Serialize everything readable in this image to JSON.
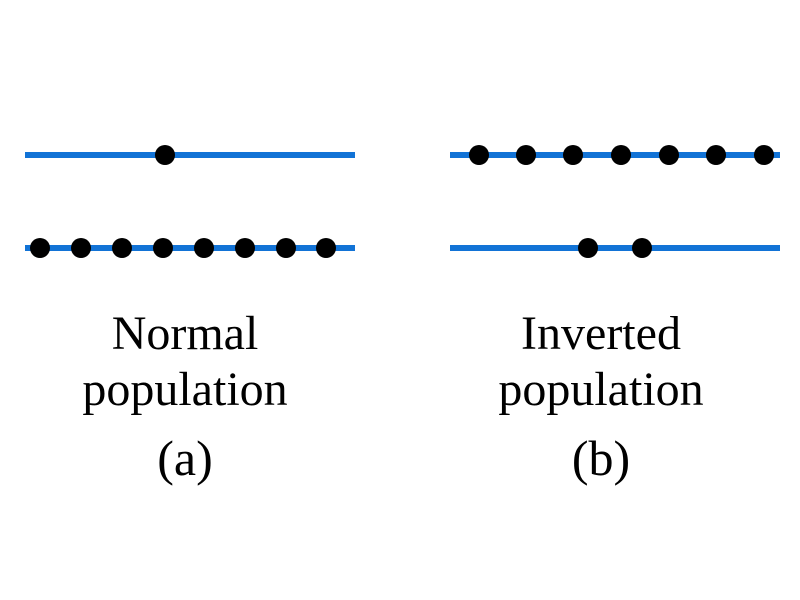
{
  "colors": {
    "level_line": "#1273d6",
    "particle": "#000000",
    "text": "#000000"
  },
  "panels": [
    {
      "caption_line1": "Normal",
      "caption_line2": "population",
      "tag": "(a)",
      "upper_level_particles": 1,
      "lower_level_particles": 8
    },
    {
      "caption_line1": "Inverted",
      "caption_line2": "population",
      "tag": "(b)",
      "upper_level_particles": 7,
      "lower_level_particles": 2
    }
  ]
}
